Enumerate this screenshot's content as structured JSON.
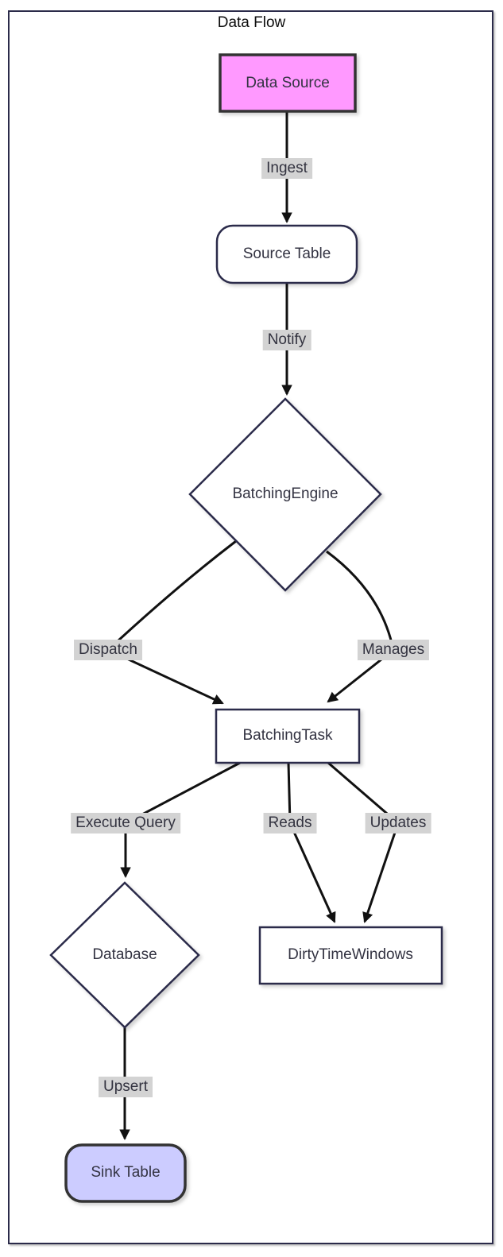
{
  "diagram": {
    "title": "Data Flow",
    "type": "flowchart",
    "direction": "top-down",
    "nodes": [
      {
        "id": "data-source",
        "label": "Data Source",
        "shape": "rectangle",
        "fill": "#ff99ff",
        "stroke": "#333333"
      },
      {
        "id": "source-table",
        "label": "Source Table",
        "shape": "rounded-rectangle",
        "fill": "#ffffff",
        "stroke": "#2b2b4a"
      },
      {
        "id": "batching-engine",
        "label": "BatchingEngine",
        "shape": "diamond",
        "fill": "#ffffff",
        "stroke": "#2b2b4a"
      },
      {
        "id": "batching-task",
        "label": "BatchingTask",
        "shape": "rectangle",
        "fill": "#ffffff",
        "stroke": "#2b2b4a"
      },
      {
        "id": "database",
        "label": "Database",
        "shape": "diamond",
        "fill": "#ffffff",
        "stroke": "#2b2b4a"
      },
      {
        "id": "dirty-time-windows",
        "label": "DirtyTimeWindows",
        "shape": "rectangle",
        "fill": "#ffffff",
        "stroke": "#2b2b4a"
      },
      {
        "id": "sink-table",
        "label": "Sink Table",
        "shape": "rounded-rectangle",
        "fill": "#ccccff",
        "stroke": "#333333"
      }
    ],
    "edges": [
      {
        "from": "data-source",
        "to": "source-table",
        "label": "Ingest"
      },
      {
        "from": "source-table",
        "to": "batching-engine",
        "label": "Notify"
      },
      {
        "from": "batching-engine",
        "to": "batching-task",
        "label": "Dispatch"
      },
      {
        "from": "batching-engine",
        "to": "batching-task",
        "label": "Manages"
      },
      {
        "from": "batching-task",
        "to": "database",
        "label": "Execute Query"
      },
      {
        "from": "batching-task",
        "to": "dirty-time-windows",
        "label": "Reads"
      },
      {
        "from": "batching-task",
        "to": "dirty-time-windows",
        "label": "Updates"
      },
      {
        "from": "database",
        "to": "sink-table",
        "label": "Upsert"
      }
    ],
    "colors": {
      "edge": "#111111",
      "edge_label_bg": "#d3d3d3",
      "frame_border": "#2b2b4a",
      "data_source_fill": "#ff99ff",
      "sink_table_fill": "#ccccff"
    }
  }
}
